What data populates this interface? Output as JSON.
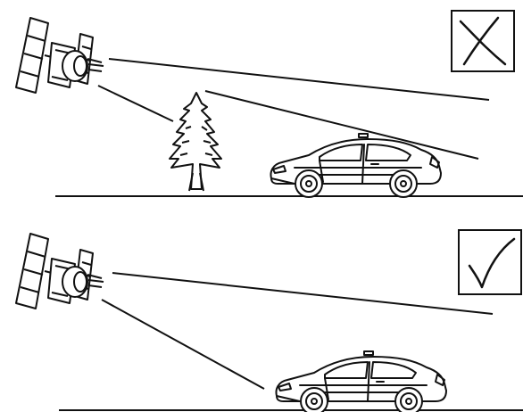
{
  "figure": {
    "panels": [
      {
        "id": "top",
        "verdict_icon": "cross-mark-icon",
        "signal": "blocked",
        "obstacle": "tree-icon",
        "vehicle": "car-icon",
        "transmitter": "satellite-icon"
      },
      {
        "id": "bottom",
        "verdict_icon": "check-mark-icon",
        "signal": "clear",
        "obstacle": null,
        "vehicle": "car-icon",
        "transmitter": "satellite-icon"
      }
    ],
    "colors": {
      "ink": "#111111",
      "background": "#ffffff",
      "car_window": "#ffffff"
    }
  }
}
